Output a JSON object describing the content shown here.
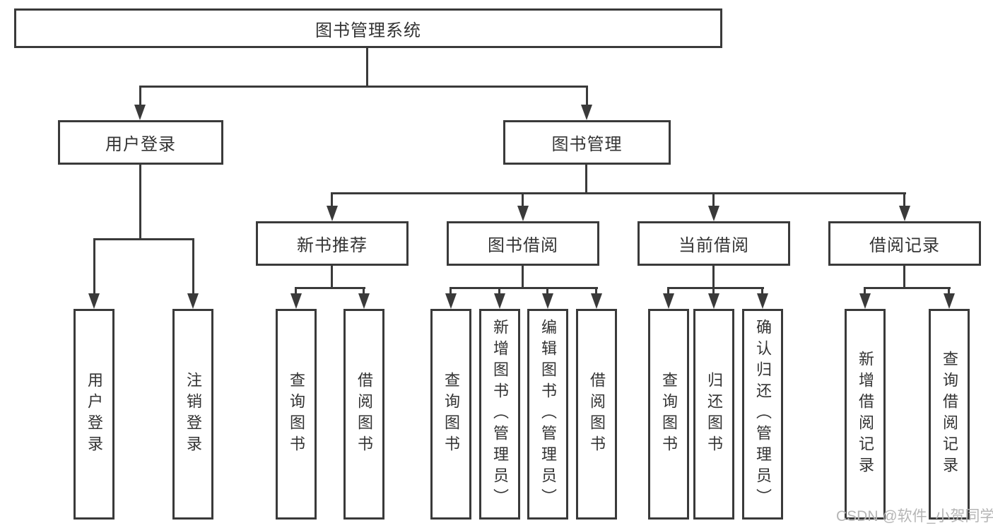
{
  "diagram": {
    "title": "图书管理系统",
    "level2": [
      {
        "label": "用户登录"
      },
      {
        "label": "图书管理"
      }
    ],
    "level3": [
      {
        "label": "新书推荐",
        "parent": "图书管理"
      },
      {
        "label": "图书借阅",
        "parent": "图书管理"
      },
      {
        "label": "当前借阅",
        "parent": "图书管理"
      },
      {
        "label": "借阅记录",
        "parent": "图书管理"
      }
    ],
    "leaves": [
      {
        "label": "用户登录",
        "parent": "用户登录"
      },
      {
        "label": "注销登录",
        "parent": "用户登录"
      },
      {
        "label": "查询图书",
        "parent": "新书推荐"
      },
      {
        "label": "借阅图书",
        "parent": "新书推荐"
      },
      {
        "label": "查询图书",
        "parent": "图书借阅"
      },
      {
        "label": "新增图书（管理员）",
        "parent": "图书借阅"
      },
      {
        "label": "编辑图书（管理员）",
        "parent": "图书借阅"
      },
      {
        "label": "借阅图书",
        "parent": "图书借阅"
      },
      {
        "label": "查询图书",
        "parent": "当前借阅"
      },
      {
        "label": "归还图书",
        "parent": "当前借阅"
      },
      {
        "label": "确认归还（管理员）",
        "parent": "当前借阅"
      },
      {
        "label": "新增借阅记录",
        "parent": "借阅记录"
      },
      {
        "label": "查询借阅记录",
        "parent": "借阅记录"
      }
    ]
  },
  "watermark": "CSDN @软件_小贺同学",
  "colors": {
    "line": "#3a3a3a",
    "text": "#333333",
    "watermark": "#b5b5b5",
    "bg": "#ffffff"
  }
}
